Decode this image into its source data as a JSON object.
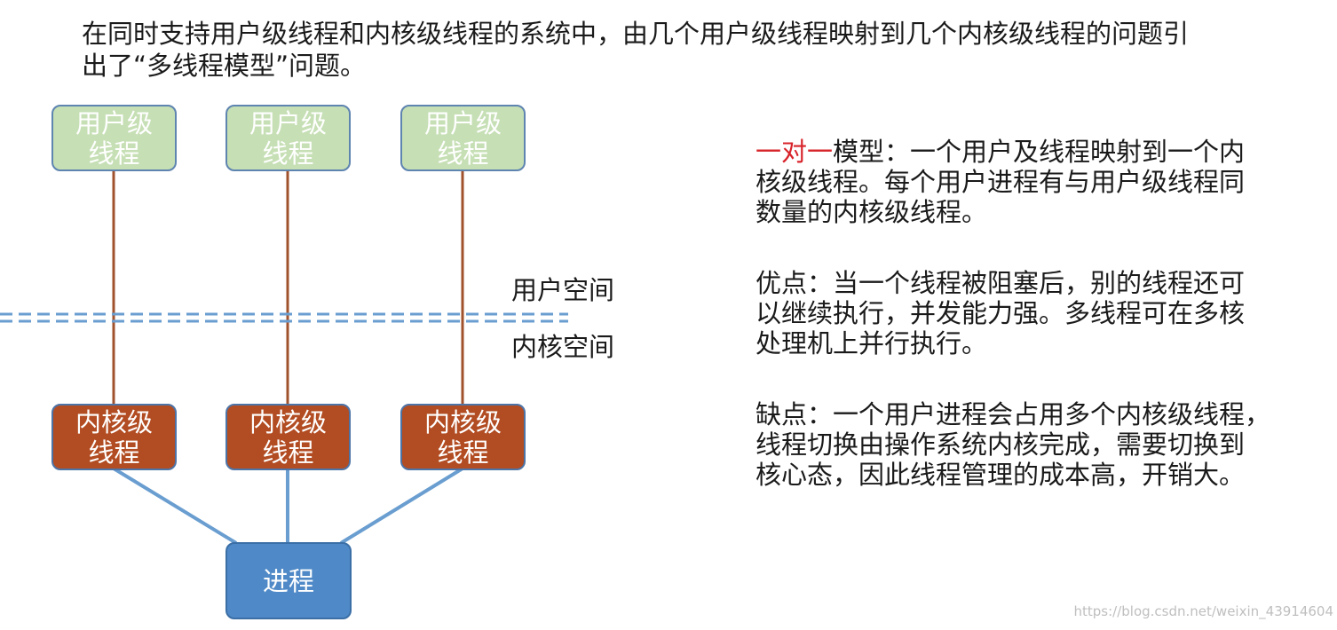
{
  "intro": {
    "line1": "在同时支持用户级线程和内核级线程的系统中，由几个用户级线程映射到几个内核级线程的问题引",
    "line2": "出了“多线程模型”问题。"
  },
  "diagram": {
    "user_threads": [
      {
        "line1": "用户级",
        "line2": "线程"
      },
      {
        "line1": "用户级",
        "line2": "线程"
      },
      {
        "line1": "用户级",
        "line2": "线程"
      }
    ],
    "kernel_threads": [
      {
        "line1": "内核级",
        "line2": "线程"
      },
      {
        "line1": "内核级",
        "line2": "线程"
      },
      {
        "line1": "内核级",
        "line2": "线程"
      }
    ],
    "process": "进程",
    "user_space_label": "用户空间",
    "kernel_space_label": "内核空间"
  },
  "description": {
    "model": {
      "highlight": "一对一",
      "line1_rest": "模型：一个用户及线程映射到一个内",
      "line2": "核级线程。每个用户进程有与用户级线程同",
      "line3": "数量的内核级线程。"
    },
    "advantages": {
      "line1": "优点：当一个线程被阻塞后，别的线程还可",
      "line2": "以继续执行，并发能力强。多线程可在多核",
      "line3": "处理机上并行执行。"
    },
    "disadvantages": {
      "line1": "缺点：一个用户进程会占用多个内核级线程，",
      "line2": "线程切换由操作系统内核完成，需要切换到",
      "line3": "核心态，因此线程管理的成本高，开销大。"
    }
  },
  "watermark": "https://blog.csdn.net/weixin_43914604",
  "colors": {
    "user_thread_fill": "#c6dfb5",
    "kernel_thread_fill": "#b24c22",
    "process_fill": "#4f89c7",
    "mapping_line": "#a0522d",
    "process_link_line": "#6a9ed0",
    "boundary_dash": "#6a9ed0",
    "highlight_text": "#d8232a"
  }
}
